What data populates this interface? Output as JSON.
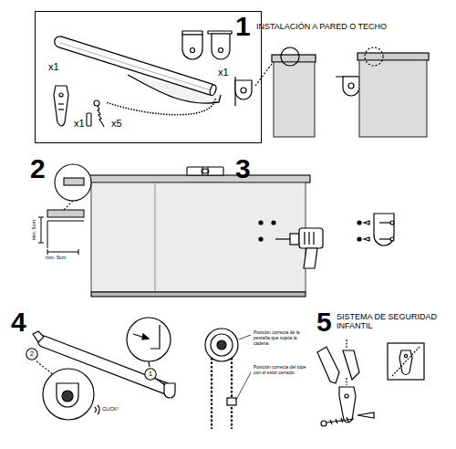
{
  "diagram": {
    "nodes": [
      {
        "text": [
          "x1",
          "x1",
          "x1",
          "x5"
        ]
      },
      {
        "text": [
          "2"
        ]
      },
      {
        "text": [
          "1"
        ]
      }
    ],
    "labels": [
      "1",
      "INSTALACIÓN A PARED O TECHO",
      "2",
      "min. 5cm",
      "min. 5cm",
      "3",
      "4",
      "CLICK!",
      "Posición correcta de la pestaña que sujeta la cadena.",
      "Posición correcta del tope con el estor cerrado.",
      "5",
      "SISTEMA DE SEGURIDAD INFANTIL"
    ]
  }
}
